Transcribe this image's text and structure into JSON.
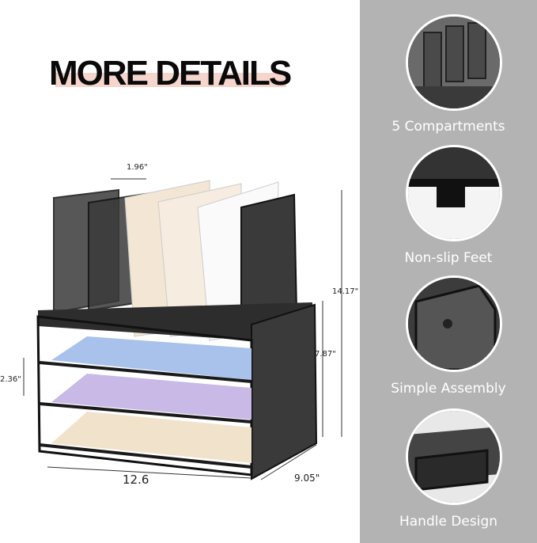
{
  "header": {
    "title": "MORE DETAILS"
  },
  "dimensions": {
    "divider_gap": "1.96\"",
    "height_total": "14.17\"",
    "tray_height": "7.87\"",
    "tray_spacing": "2.36\"",
    "width": "12.6",
    "depth": "9.05\""
  },
  "features": [
    {
      "label": "5 Compartments",
      "icon": "compartments-icon"
    },
    {
      "label": "Non-slip Feet",
      "icon": "feet-icon"
    },
    {
      "label": "Simple Assembly",
      "icon": "assembly-icon"
    },
    {
      "label": "Handle Design",
      "icon": "handle-icon"
    }
  ],
  "colors": {
    "panel": "#b3b3b3",
    "highlight": "#f6d6cc",
    "tray_blue": "#a9c2ec",
    "tray_purple": "#c9b9e6",
    "tray_beige": "#f1e2cc"
  }
}
